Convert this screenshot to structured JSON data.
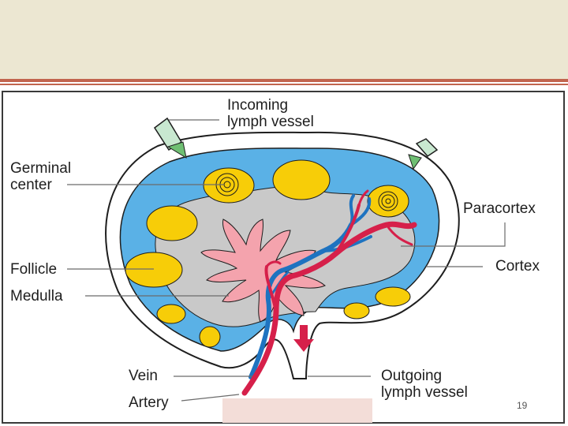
{
  "colors": {
    "banner": "#ece7d2",
    "accent_line": "#c2654e",
    "frame_border": "#3a3a3a",
    "capsule": "#ffffff",
    "cortex_blue": "#5ab1e6",
    "paracortex_gray": "#c9c9c9",
    "medulla_pink": "#f4a3ad",
    "follicle_yellow": "#f7cd08",
    "artery_red": "#d6204a",
    "vein_blue": "#1e73c0",
    "lymph_vessel_green": "#c8e8d0"
  },
  "labels": {
    "incoming_line1": "Incoming",
    "incoming_line2": "lymph vessel",
    "germinal_line1": "Germinal",
    "germinal_line2": "center",
    "paracortex": "Paracortex",
    "follicle": "Follicle",
    "cortex": "Cortex",
    "medulla": "Medulla",
    "vein": "Vein",
    "artery": "Artery",
    "outgoing_line1": "Outgoing",
    "outgoing_line2": "lymph vessel"
  },
  "footer": {
    "page_number": "19"
  }
}
